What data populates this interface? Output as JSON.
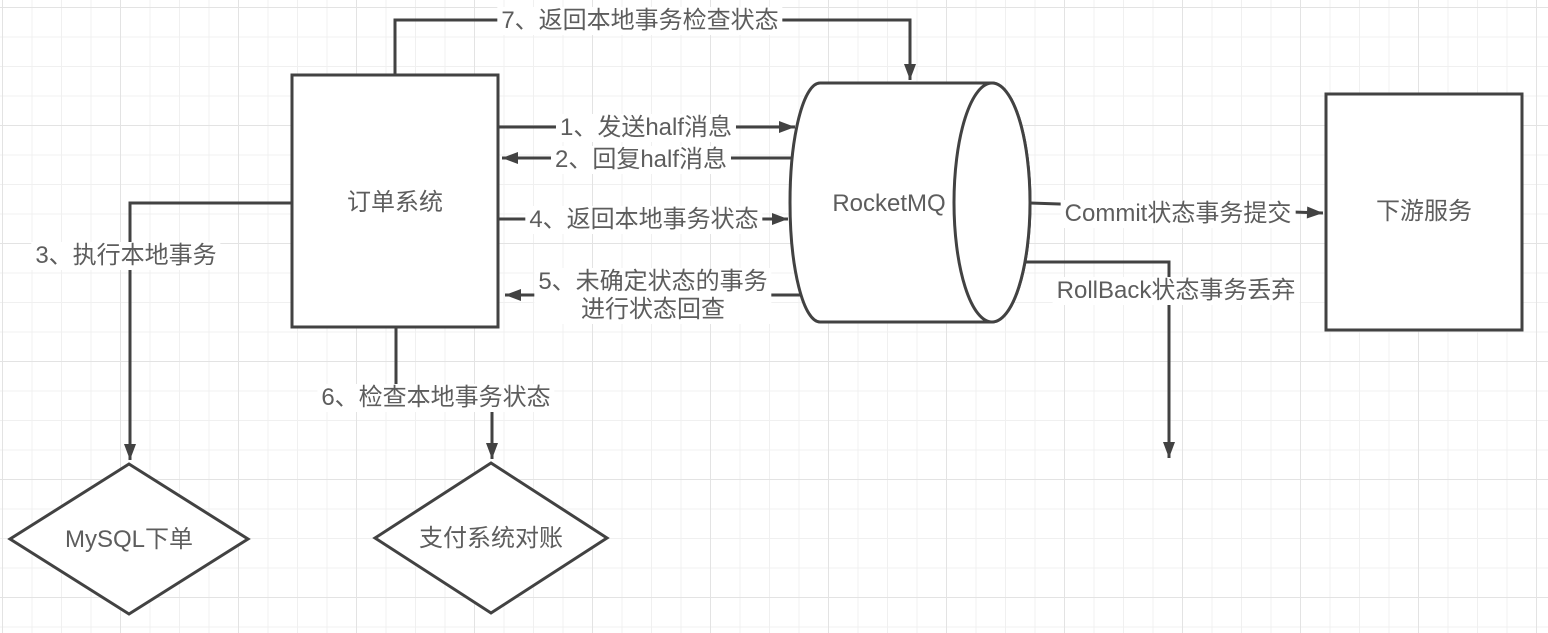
{
  "nodes": {
    "order_system": "订单系统",
    "rocketmq": "RocketMQ",
    "downstream_service": "下游服务",
    "mysql_order": "MySQL下单",
    "payment_reconciliation": "支付系统对账"
  },
  "edges": {
    "step1": "1、发送half消息",
    "step2": "2、回复half消息",
    "step3": "3、执行本地事务",
    "step4": "4、返回本地事务状态",
    "step5_line1": "5、未确定状态的事务",
    "step5_line2": "进行状态回查",
    "step6": "6、检查本地事务状态",
    "step7": "7、返回本地事务检查状态",
    "commit": "Commit状态事务提交",
    "rollback": "RollBack状态事务丢弃"
  },
  "colors": {
    "line": "#424242",
    "text": "#5d5d5d",
    "grid_minor": "#f0f0f0",
    "grid_major": "#e3e3e3",
    "background": "#ffffff"
  }
}
